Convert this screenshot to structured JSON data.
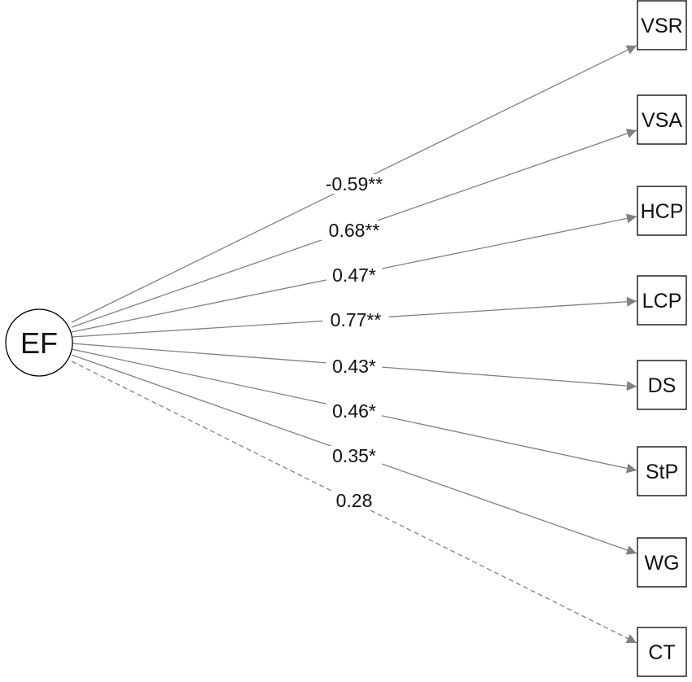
{
  "latent": {
    "label": "EF"
  },
  "indicators": [
    {
      "label": "VSR",
      "coefficient": "-0.59**",
      "line_style": "solid"
    },
    {
      "label": "VSA",
      "coefficient": "0.68**",
      "line_style": "solid"
    },
    {
      "label": "HCP",
      "coefficient": "0.47*",
      "line_style": "solid"
    },
    {
      "label": "LCP",
      "coefficient": "0.77**",
      "line_style": "solid"
    },
    {
      "label": "DS",
      "coefficient": "0.43*",
      "line_style": "solid"
    },
    {
      "label": "StP",
      "coefficient": "0.46*",
      "line_style": "solid"
    },
    {
      "label": "WG",
      "coefficient": "0.35*",
      "line_style": "solid"
    },
    {
      "label": "CT",
      "coefficient": "0.28",
      "line_style": "dashed"
    }
  ],
  "colors": {
    "arrow": "#808080",
    "node_stroke": "#000000",
    "text": "#111111",
    "background": "#ffffff"
  }
}
